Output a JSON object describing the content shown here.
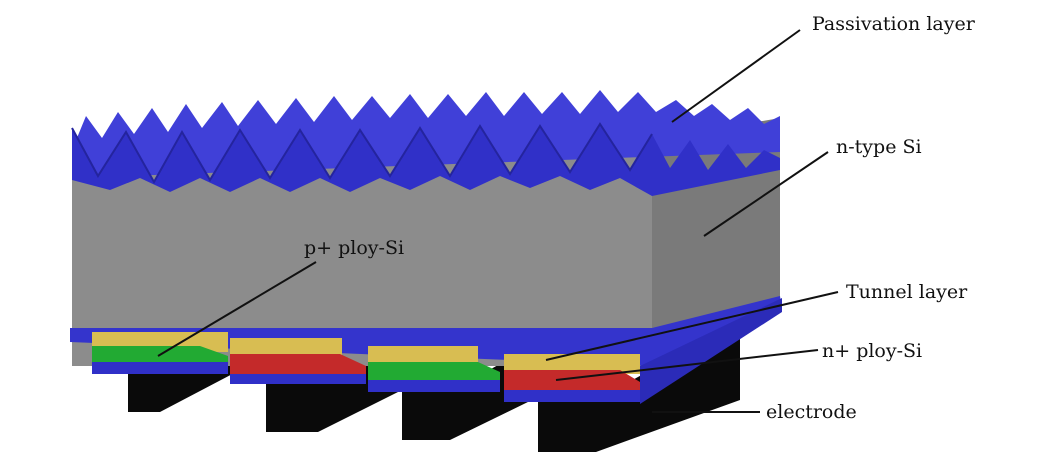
{
  "labels": {
    "passivation": "Passivation layer",
    "ntype": "n-type Si",
    "pploy": "p+ ploy-Si",
    "tunnel": "Tunnel layer",
    "nploy": "n+ ploy-Si",
    "electrode": "electrode"
  },
  "colors": {
    "passivation": "#3a3ad6",
    "passivation_dark": "#24249e",
    "silicon_front": "#8c8c8c",
    "silicon_side": "#7a7a7a",
    "tunnel": "#d8bd52",
    "p_poly": "#22aa33",
    "n_poly": "#c42a2a",
    "electrode": "#0a0a0a"
  }
}
